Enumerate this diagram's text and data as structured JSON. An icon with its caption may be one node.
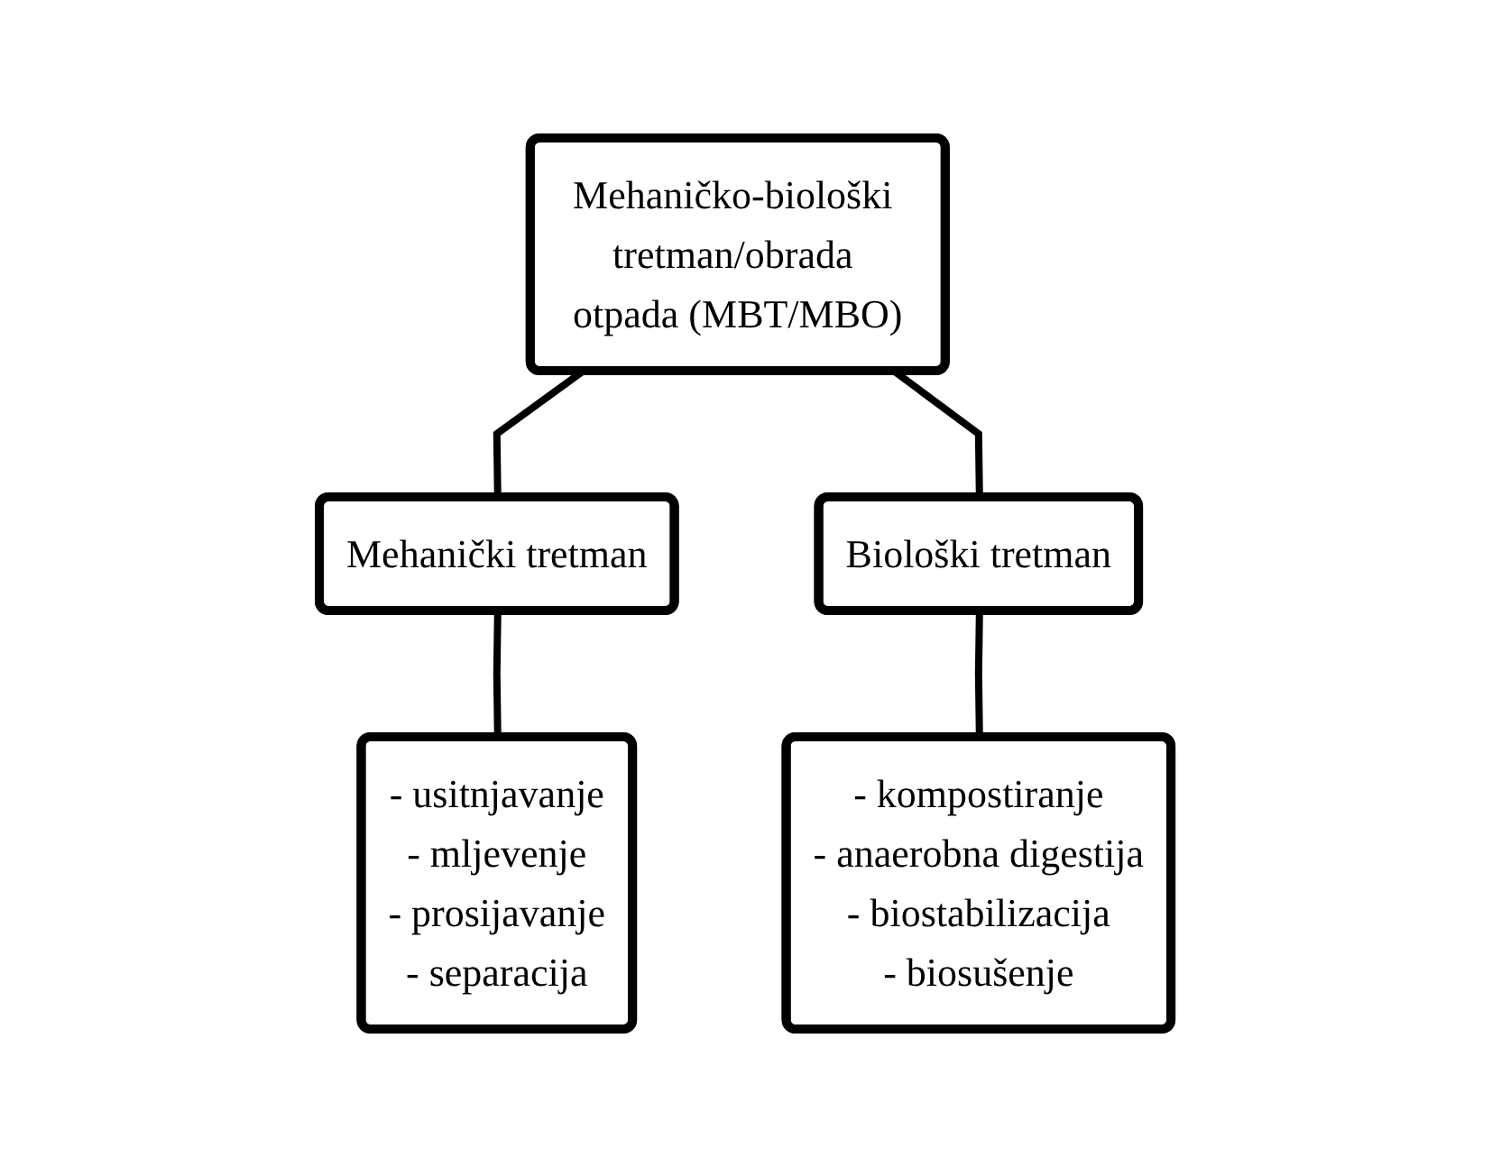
{
  "diagram": {
    "nodes": [
      {
        "text": [
          "Mehaničko-biološki tretman/obrada otpada (MBT/MBO)"
        ]
      },
      {
        "text": [
          "Mehanički tretman"
        ]
      },
      {
        "text": [
          "Biološki tretman"
        ]
      },
      {
        "text": [
          "- usitnjavanje",
          "- mljevenje",
          "- prosijavanje",
          "- separacija"
        ]
      },
      {
        "text": [
          "- kompostiranje",
          "- anaerobna digestija",
          "- biostabilizacija",
          "- biosušenje"
        ]
      }
    ],
    "edges": [
      {
        "from": 0,
        "to": 1,
        "arrow": "none"
      },
      {
        "from": 0,
        "to": 2,
        "arrow": "none"
      },
      {
        "from": 1,
        "to": 3,
        "arrow": "none"
      },
      {
        "from": 2,
        "to": 4,
        "arrow": "none"
      }
    ]
  }
}
